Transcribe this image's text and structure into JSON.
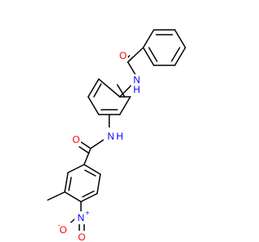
{
  "molecule": {
    "atom_labels": {
      "O_top": "O",
      "NH_top": "N",
      "H_top": "H",
      "NH_mid": "N",
      "H_mid": "H",
      "O_mid": "O",
      "N_nitro": "N",
      "N_nitro_charge": "+",
      "O_nitro_left": "O",
      "O_nitro_left_charge": "-",
      "O_nitro_down": "O"
    },
    "colors": {
      "bond": "#000000",
      "oxygen": "#ff0000",
      "nitrogen": "#0000ff"
    }
  }
}
